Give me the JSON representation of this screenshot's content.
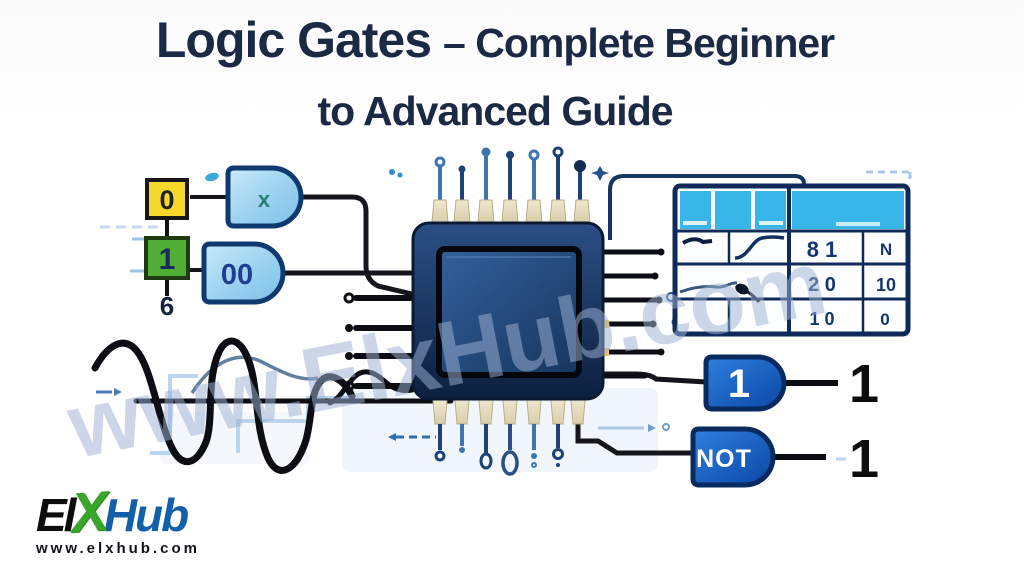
{
  "title": {
    "emphasis": "Logic Gates",
    "rest": "– Complete Beginner",
    "line2": "to Advanced Guide"
  },
  "watermark": {
    "text": "www.ElxHub.com"
  },
  "diagram": {
    "input_boxes": {
      "box1_value": "0",
      "box2_value": "1",
      "box2_pin": "6"
    },
    "gate_and_top": {
      "label": "x"
    },
    "gate_and_bottom": {
      "label": "00"
    },
    "gate_or": {
      "label": "1",
      "output": "1"
    },
    "gate_not": {
      "label": "NOT",
      "output": "1"
    },
    "truth_table": {
      "rows": [
        [
          "8 1",
          "N"
        ],
        [
          "2 0",
          "10"
        ],
        [
          "1 0",
          "0"
        ]
      ]
    }
  },
  "logo": {
    "el": "El",
    "x": "X",
    "hub": "Hub",
    "url": "www.elxhub.com"
  },
  "colors": {
    "title_navy": "#1b2945",
    "gate_light_blue": "#9ed3f0",
    "gate_dark_blue": "#1b64c8",
    "box_yellow": "#f6d72c",
    "box_green": "#4fae33",
    "table_header_cyan": "#39b6e9",
    "trace_navy": "#0d2b5c",
    "watermark_blue": "#9eb0d2",
    "logo_green": "#3aa52c",
    "logo_blue": "#1460a8"
  }
}
